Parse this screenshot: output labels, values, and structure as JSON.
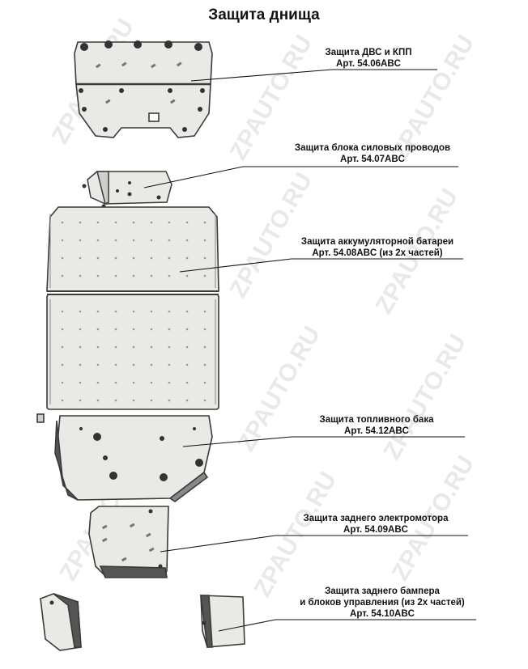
{
  "title": "Защита днища",
  "watermark": "ZPAUTO.RU",
  "parts": [
    {
      "name": "Защита ДВС и КПП",
      "article": "Арт. 54.06ABC"
    },
    {
      "name": "Защита блока силовых проводов",
      "article": "Арт. 54.07ABC"
    },
    {
      "name": "Защита аккумуляторной батареи",
      "article": "Арт. 54.08ABC (из 2х частей)"
    },
    {
      "name": "Защита топливного бака",
      "article": "Арт. 54.12ABC"
    },
    {
      "name": "Защита заднего электромотора",
      "article": "Арт. 54.09ABC"
    },
    {
      "name_line1": "Защита заднего бампера",
      "name_line2": "и блоков управления (из 2х частей)",
      "article": "Арт. 54.10ABC"
    }
  ],
  "colors": {
    "plate": "#e9e9e6",
    "plate_dark": "#cfcfcb",
    "outline": "#3a3a3a",
    "line": "#111111"
  }
}
